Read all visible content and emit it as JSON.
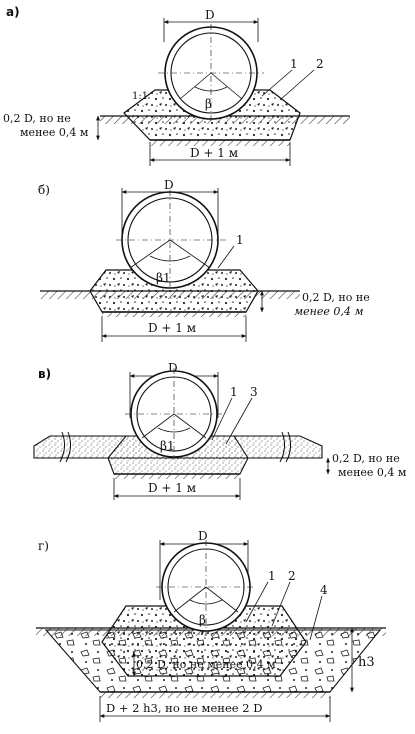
{
  "diagrams": [
    {
      "panel_label": "а)",
      "diameter_label": "D",
      "angle_label": "β",
      "slope_label": "1:1",
      "callouts": [
        "1",
        "2"
      ],
      "depth_note_line1": "0,2 D, но не",
      "depth_note_line2": "менее 0,4 м",
      "base_width_label": "D + 1 м"
    },
    {
      "panel_label": "б)",
      "diameter_label": "D",
      "angle_label": "β1",
      "callouts": [
        "1"
      ],
      "depth_note_line1": "0,2 D, но не",
      "depth_note_line2": "менее 0,4 м",
      "base_width_label": "D + 1 м"
    },
    {
      "panel_label": "в)",
      "diameter_label": "D",
      "angle_label": "β1",
      "callouts": [
        "1",
        "3"
      ],
      "depth_note_line1": "0,2 D, но не",
      "depth_note_line2": "менее 0,4 м",
      "base_width_label": "D + 1 м"
    },
    {
      "panel_label": "г)",
      "diameter_label": "D",
      "angle_label": "β",
      "callouts": [
        "1",
        "2",
        "4"
      ],
      "inner_depth_note": "0,2 D, но не менее 0,4 м",
      "height_label": "h3",
      "base_width_label": "D + 2 h3, но не менее 2 D"
    }
  ],
  "colors": {
    "ink": "#111111",
    "background": "#ffffff",
    "hatch": "#333333"
  }
}
